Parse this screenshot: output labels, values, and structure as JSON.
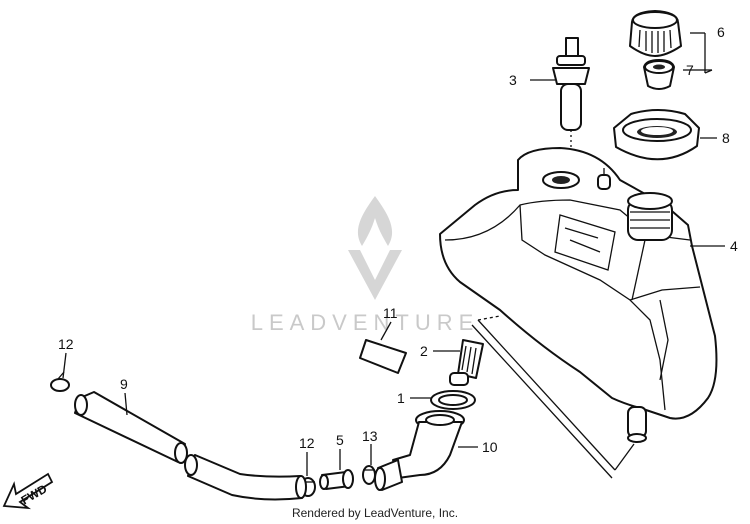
{
  "watermark": {
    "brand": "LEADVENTURE"
  },
  "footer": {
    "credit": "Rendered by LeadVenture, Inc."
  },
  "fwd_label": "FWD",
  "callouts": {
    "c1": "1",
    "c2": "2",
    "c3": "3",
    "c4": "4",
    "c5": "5",
    "c6": "6",
    "c7": "7",
    "c8": "8",
    "c9": "9",
    "c10": "10",
    "c11": "11",
    "c12a": "12",
    "c12b": "12",
    "c13": "13"
  }
}
